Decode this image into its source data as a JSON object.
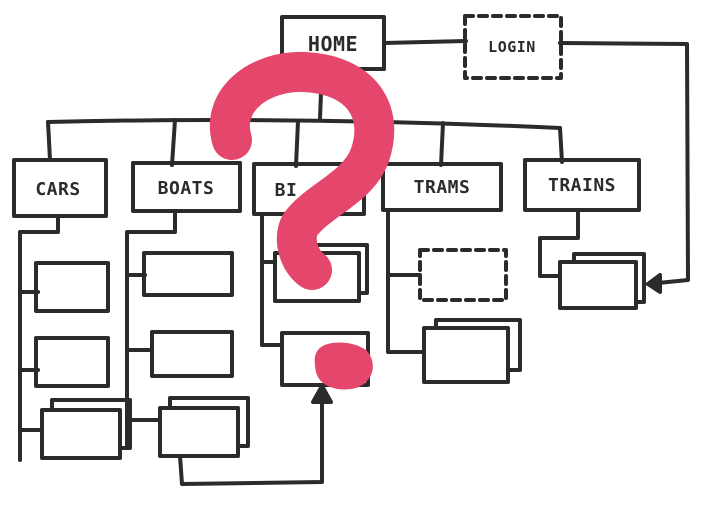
{
  "sitemap": {
    "home": "HOME",
    "login": "LOGIN",
    "categories": [
      "CARS",
      "BOATS",
      "BI",
      "TRAMS",
      "TRAINS"
    ]
  },
  "overlay": {
    "icon": "question-mark-icon"
  },
  "colors": {
    "ink": "#2b2b2b",
    "question_mark": "#e4476b",
    "background": "#ffffff"
  }
}
